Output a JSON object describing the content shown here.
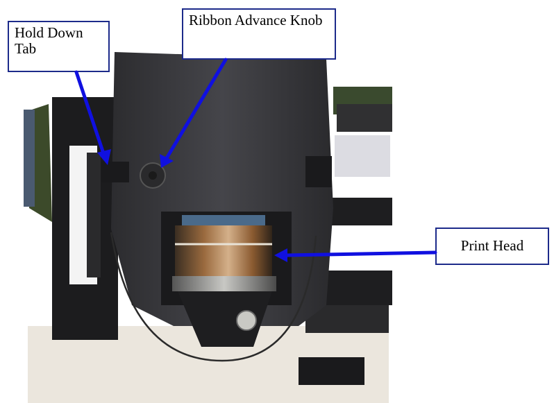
{
  "labels": {
    "hold_down_tab": "Hold Down Tab",
    "ribbon_advance_knob": "Ribbon Advance Knob",
    "print_head": "Print Head"
  },
  "colors": {
    "arrow": "#1010e0",
    "callout_border": "#1c2a8a",
    "housing": "#3a3a3d",
    "metal": "#8a8a86"
  }
}
